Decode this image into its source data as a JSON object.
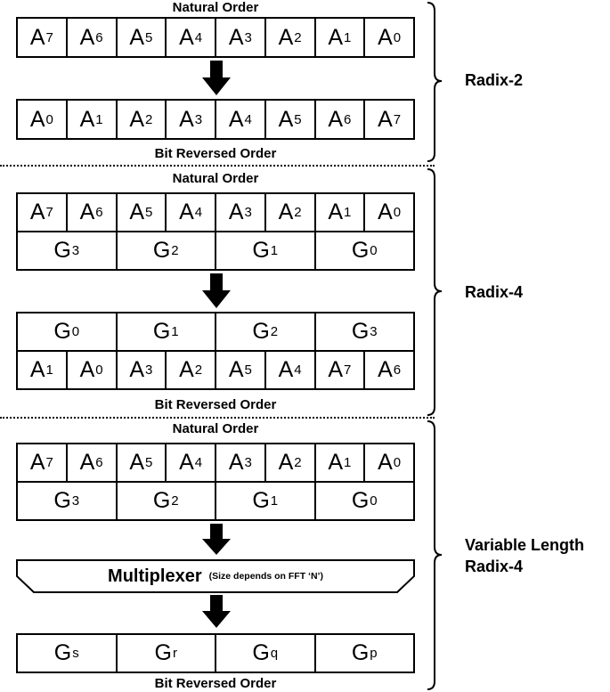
{
  "labels": {
    "natural_order": "Natural Order",
    "bit_reversed_order": "Bit Reversed Order"
  },
  "sections": {
    "radix2": {
      "name": "Radix-2",
      "top_row": [
        {
          "b": "A",
          "s": "7"
        },
        {
          "b": "A",
          "s": "6"
        },
        {
          "b": "A",
          "s": "5"
        },
        {
          "b": "A",
          "s": "4"
        },
        {
          "b": "A",
          "s": "3"
        },
        {
          "b": "A",
          "s": "2"
        },
        {
          "b": "A",
          "s": "1"
        },
        {
          "b": "A",
          "s": "0"
        }
      ],
      "bottom_row": [
        {
          "b": "A",
          "s": "0"
        },
        {
          "b": "A",
          "s": "1"
        },
        {
          "b": "A",
          "s": "2"
        },
        {
          "b": "A",
          "s": "3"
        },
        {
          "b": "A",
          "s": "4"
        },
        {
          "b": "A",
          "s": "5"
        },
        {
          "b": "A",
          "s": "6"
        },
        {
          "b": "A",
          "s": "7"
        }
      ]
    },
    "radix4": {
      "name": "Radix-4",
      "top_row": [
        {
          "b": "A",
          "s": "7"
        },
        {
          "b": "A",
          "s": "6"
        },
        {
          "b": "A",
          "s": "5"
        },
        {
          "b": "A",
          "s": "4"
        },
        {
          "b": "A",
          "s": "3"
        },
        {
          "b": "A",
          "s": "2"
        },
        {
          "b": "A",
          "s": "1"
        },
        {
          "b": "A",
          "s": "0"
        }
      ],
      "top_groups": [
        {
          "b": "G",
          "s": "3"
        },
        {
          "b": "G",
          "s": "2"
        },
        {
          "b": "G",
          "s": "1"
        },
        {
          "b": "G",
          "s": "0"
        }
      ],
      "bottom_groups": [
        {
          "b": "G",
          "s": "0"
        },
        {
          "b": "G",
          "s": "1"
        },
        {
          "b": "G",
          "s": "2"
        },
        {
          "b": "G",
          "s": "3"
        }
      ],
      "bottom_row": [
        {
          "b": "A",
          "s": "1"
        },
        {
          "b": "A",
          "s": "0"
        },
        {
          "b": "A",
          "s": "3"
        },
        {
          "b": "A",
          "s": "2"
        },
        {
          "b": "A",
          "s": "5"
        },
        {
          "b": "A",
          "s": "4"
        },
        {
          "b": "A",
          "s": "7"
        },
        {
          "b": "A",
          "s": "6"
        }
      ]
    },
    "variable": {
      "name_line1": "Variable Length",
      "name_line2": "Radix-4",
      "top_row": [
        {
          "b": "A",
          "s": "7"
        },
        {
          "b": "A",
          "s": "6"
        },
        {
          "b": "A",
          "s": "5"
        },
        {
          "b": "A",
          "s": "4"
        },
        {
          "b": "A",
          "s": "3"
        },
        {
          "b": "A",
          "s": "2"
        },
        {
          "b": "A",
          "s": "1"
        },
        {
          "b": "A",
          "s": "0"
        }
      ],
      "top_groups": [
        {
          "b": "G",
          "s": "3"
        },
        {
          "b": "G",
          "s": "2"
        },
        {
          "b": "G",
          "s": "1"
        },
        {
          "b": "G",
          "s": "0"
        }
      ],
      "multiplexer": "Multiplexer",
      "multiplexer_note": "(Size depends on FFT ‘N’)",
      "bottom_groups": [
        {
          "b": "G",
          "s": "s"
        },
        {
          "b": "G",
          "s": "r"
        },
        {
          "b": "G",
          "s": "q"
        },
        {
          "b": "G",
          "s": "p"
        }
      ]
    }
  }
}
